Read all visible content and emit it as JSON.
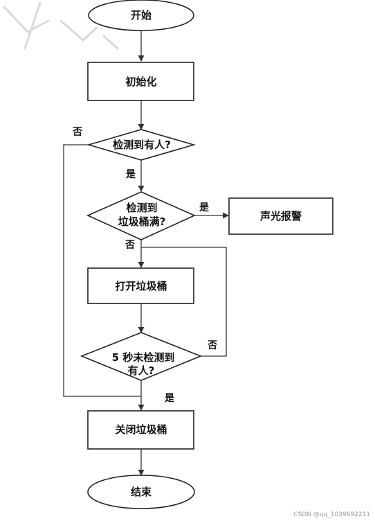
{
  "nodes": {
    "start": "开始",
    "init": "初始化",
    "detect_person": "检测到有人?",
    "detect_full_line1": "检测到",
    "detect_full_line2": "垃圾桶满?",
    "alarm": "声光报警",
    "open_bin": "打开垃圾桶",
    "no_person_line1": "5 秒未检测到",
    "no_person_line2": "有人?",
    "close_bin": "关闭垃圾桶",
    "end": "结束"
  },
  "edge_labels": {
    "detect_person_no": "否",
    "detect_person_yes": "是",
    "bin_full_yes": "是",
    "bin_full_no": "否",
    "timeout_no": "否",
    "timeout_yes": "是"
  },
  "watermark": "CSDN @qq_1039692211"
}
